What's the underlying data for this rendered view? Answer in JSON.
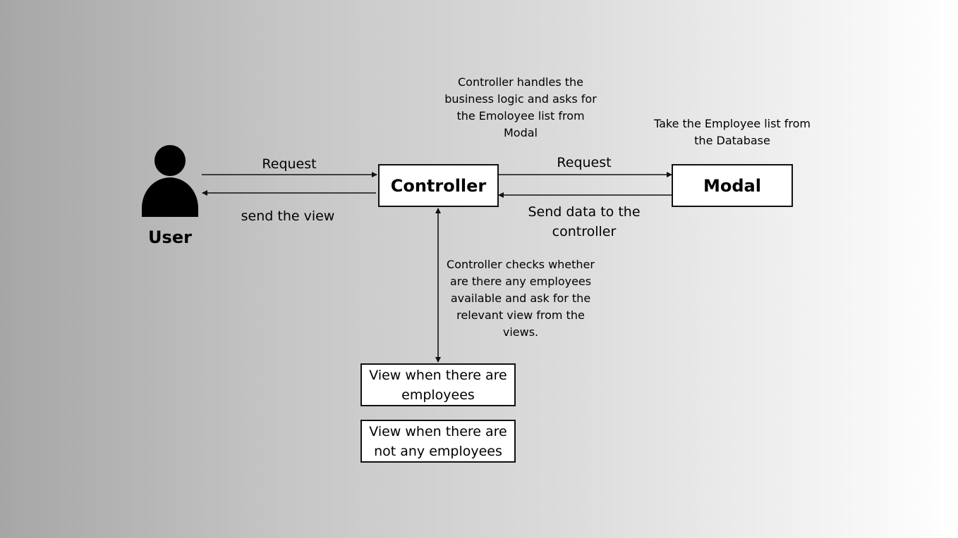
{
  "actor": {
    "icon": "user-icon",
    "label": "User"
  },
  "nodes": {
    "controller": "Controller",
    "modal": "Modal",
    "view_with": [
      "View when there are",
      "employees"
    ],
    "view_without": [
      "View when there are",
      "not any employees"
    ]
  },
  "edges": {
    "user_to_controller": "Request",
    "controller_to_user": "send the view",
    "controller_to_modal": "Request",
    "modal_to_controller": [
      "Send data to the",
      "controller"
    ]
  },
  "notes": {
    "controller_logic": [
      "Controller handles the",
      "business logic and asks for",
      "the Emoloyee list from",
      "Modal"
    ],
    "modal_task": [
      "Take the Employee list from",
      "the Database"
    ],
    "controller_checks": [
      "Controller checks whether",
      "are there any employees",
      "available and ask for the",
      "relevant view from the",
      "views."
    ]
  },
  "colors": {
    "line": "#111111",
    "box_fill": "#ffffff"
  }
}
